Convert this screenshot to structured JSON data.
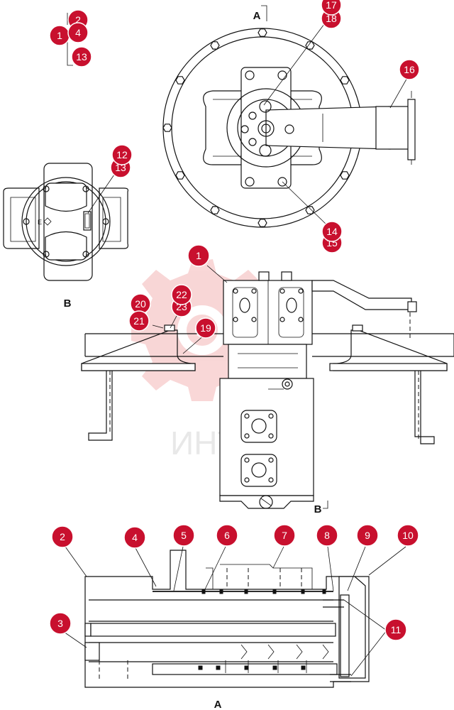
{
  "view_labels": {
    "section_a_top": "A",
    "view_b_arrow": "B",
    "view_b_title": "B",
    "section_a_bottom": "A"
  },
  "detail_mark": "E",
  "watermark": "ИНТЕХ",
  "colors": {
    "callout": "#c8102e",
    "watermark": "#f4b6b6",
    "line": "#111111"
  },
  "callouts": [
    "1",
    "2",
    "3",
    "4",
    "5",
    "6",
    "7",
    "8",
    "9",
    "10",
    "11",
    "12",
    "13",
    "14",
    "15",
    "16",
    "17",
    "18",
    "19",
    "20",
    "21",
    "22",
    "23"
  ]
}
